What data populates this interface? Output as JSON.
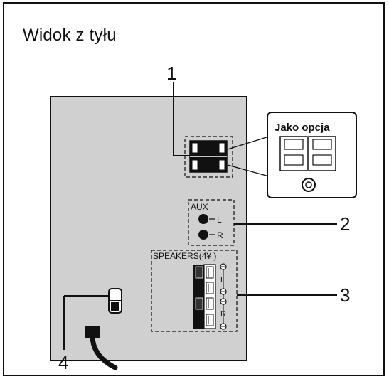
{
  "section_title": "Widok z tyłu",
  "callouts": {
    "c1": "1",
    "c2": "2",
    "c3": "3",
    "c4": "4"
  },
  "optional_inset": {
    "label": "Jako opcja"
  },
  "aux": {
    "label": "AUX",
    "left": "L",
    "right": "R"
  },
  "speakers": {
    "label": "SPEAKERS(4¥    )",
    "left": "L",
    "right": "R"
  }
}
